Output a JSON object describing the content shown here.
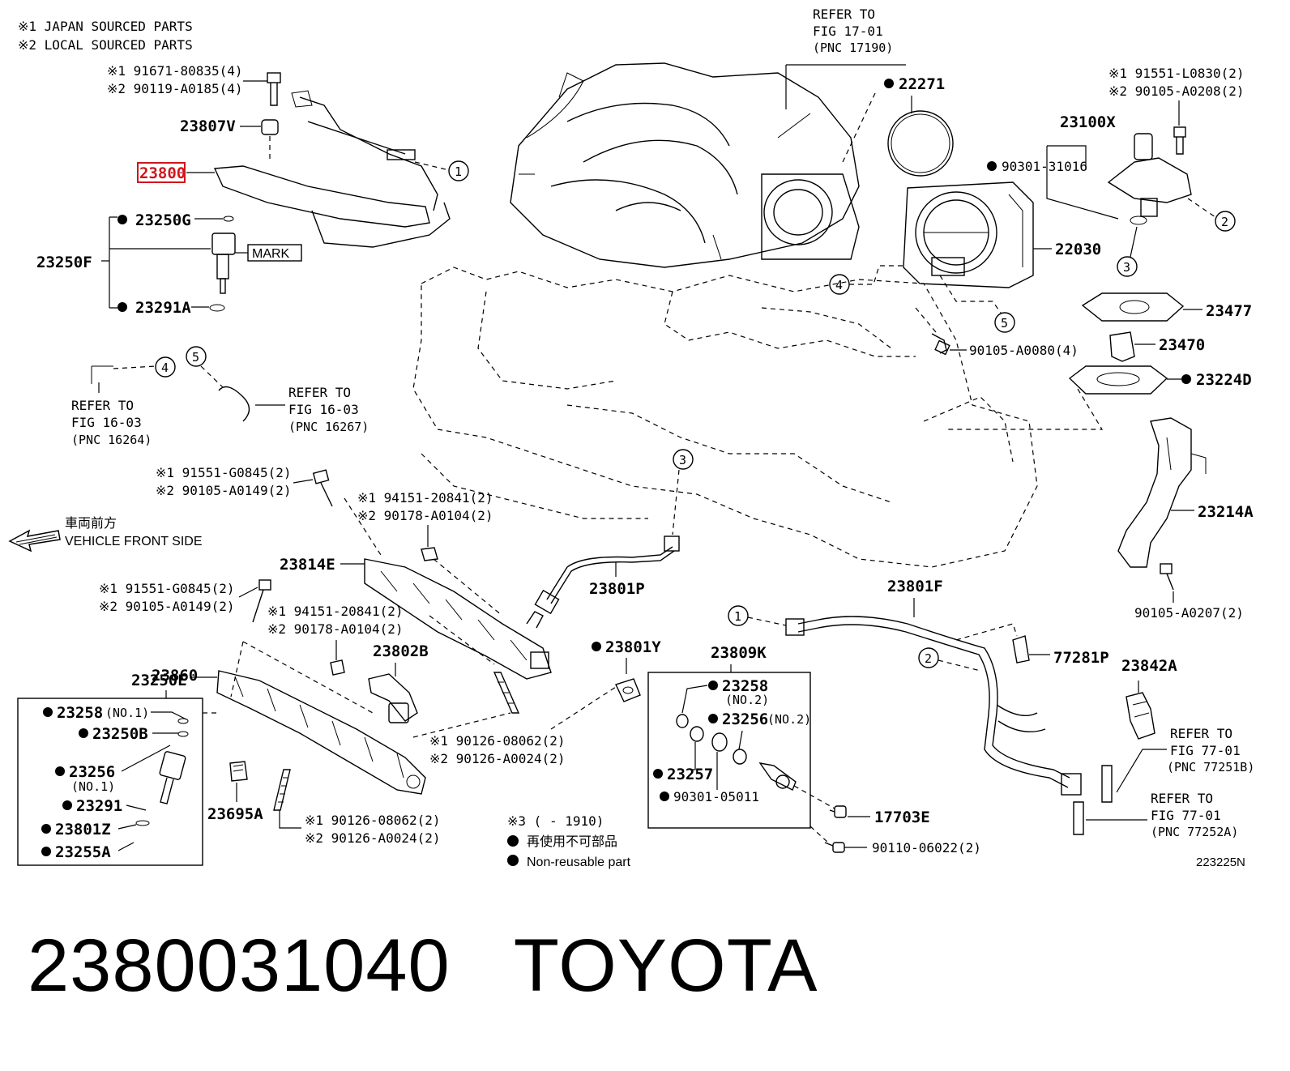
{
  "notes": {
    "japan": "※1 JAPAN SOURCED PARTS",
    "local": "※2 LOCAL SOURCED PARTS"
  },
  "labels": {
    "bolt_top1": "※1 91671-80835(4)",
    "bolt_top2": "※2 90119-A0185(4)",
    "p23807V": "23807V",
    "p23800": "23800",
    "p23250G": "23250G",
    "p23250F": "23250F",
    "mark": "MARK",
    "p23291A": "23291A",
    "refer_fig1701": "REFER TO",
    "refer_fig1701_b": "FIG 17-01",
    "refer_fig1701_c": "(PNC 17190)",
    "p22271": "22271",
    "p90301_31016": "90301-31016",
    "p22030": "22030",
    "p23100X": "23100X",
    "bolt_r1": "※1 91551-L0830(2)",
    "bolt_r2": "※2 90105-A0208(2)",
    "p23477": "23477",
    "p23470": "23470",
    "p23224D": "23224D",
    "p90105_A0080": "90105-A0080(4)",
    "refer_16264_a": "REFER TO",
    "refer_16264_b": "FIG 16-03",
    "refer_16264_c": "(PNC 16264)",
    "refer_16267_a": "REFER TO",
    "refer_16267_b": "FIG 16-03",
    "refer_16267_c": "(PNC 16267)",
    "bolt_m1": "※1 91551-G0845(2)",
    "bolt_m2": "※2 90105-A0149(2)",
    "nut_m1": "※1 94151-20841(2)",
    "nut_m2": "※2 90178-A0104(2)",
    "front_jp": "車両前方",
    "front_en": "VEHICLE FRONT SIDE",
    "p23814E": "23814E",
    "p23801P": "23801P",
    "p23801F": "23801F",
    "p23214A": "23214A",
    "p90105_A0207": "90105-A0207(2)",
    "bolt_l1": "※1 91551-G0845(2)",
    "bolt_l2": "※2 90105-A0149(2)",
    "nut_l1": "※1 94151-20841(2)",
    "nut_l2": "※2 90178-A0104(2)",
    "p23802B": "23802B",
    "p23250E": "23250E",
    "p23860": "23860",
    "p23801Y": "23801Y",
    "p23809K": "23809K",
    "p77281P": "77281P",
    "p23842A": "23842A",
    "box_23258": "23258",
    "box_23258_no": "(NO.1)",
    "box_23250B": "23250B",
    "box_23256": "23256",
    "box_23256_no": "(NO.1)",
    "box_23291": "23291",
    "box_23801Z": "23801Z",
    "box_23255A": "23255A",
    "k_23258": "23258",
    "k_23258_no": "(NO.2)",
    "k_23256": "23256",
    "k_23256_no": "(NO.2)",
    "k_23257": "23257",
    "k_90301": "90301-05011",
    "stud_c1": "※1 90126-08062(2)",
    "stud_c2": "※2 90126-A0024(2)",
    "stud_b1": "※1 90126-08062(2)",
    "stud_b2": "※2 90126-A0024(2)",
    "p23695A": "23695A",
    "p17703E": "17703E",
    "p90110": "90110-06022(2)",
    "refer_77251_a": "REFER TO",
    "refer_77251_b": "FIG 77-01",
    "refer_77251_c": "(PNC 77251B)",
    "refer_77252_a": "REFER TO",
    "refer_77252_b": "FIG 77-01",
    "refer_77252_c": "(PNC 77252A)",
    "note3": "※3 (        - 1910)",
    "legend_jp": "再使用不可部品",
    "legend_en": "Non-reusable part",
    "fig_id": "223225N"
  },
  "callouts": [
    "1",
    "2",
    "3",
    "4",
    "5"
  ],
  "highlight_color": "#d0161b",
  "title": {
    "part_number": "2380031040",
    "brand": "TOYOTA"
  }
}
